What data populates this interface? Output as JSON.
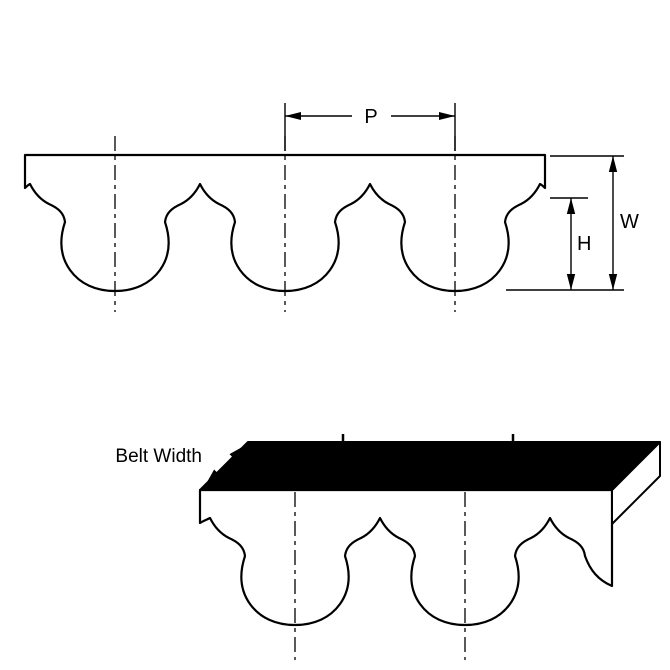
{
  "diagram": {
    "type": "timing-belt-technical-drawing",
    "labels": {
      "pitch": "P",
      "overall_thickness": "W",
      "tooth_height": "H",
      "belt_width": "Belt Width"
    },
    "views": {
      "profile_view_teeth": 3,
      "perspective_view_teeth": 2
    },
    "colors": {
      "line": "#000000",
      "belt_fill": "#ffffff",
      "top_face": "#000000"
    }
  }
}
